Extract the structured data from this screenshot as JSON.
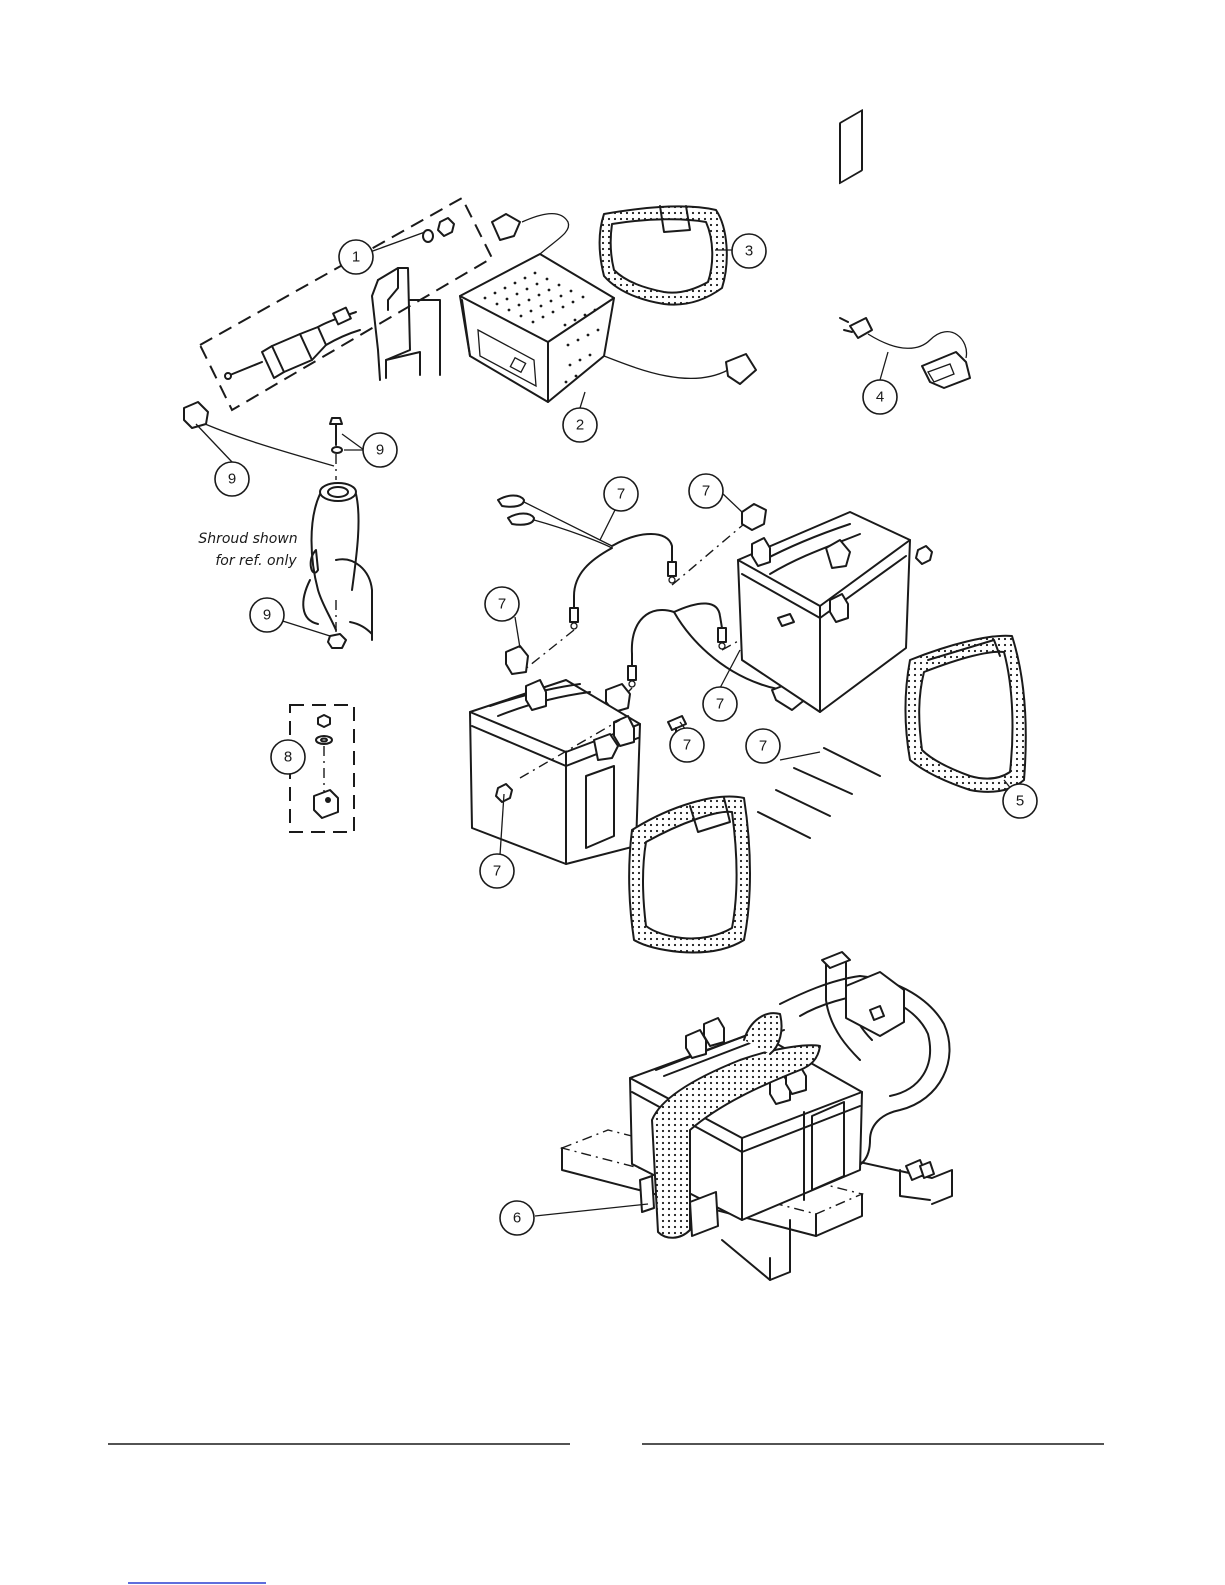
{
  "callouts": [
    {
      "id": "c1",
      "label": "1"
    },
    {
      "id": "c2",
      "label": "2"
    },
    {
      "id": "c3",
      "label": "3"
    },
    {
      "id": "c4",
      "label": "4"
    },
    {
      "id": "c5",
      "label": "5"
    },
    {
      "id": "c6",
      "label": "6"
    },
    {
      "id": "c7a",
      "label": "7"
    },
    {
      "id": "c7b",
      "label": "7"
    },
    {
      "id": "c7c",
      "label": "7"
    },
    {
      "id": "c7d",
      "label": "7"
    },
    {
      "id": "c7e",
      "label": "7"
    },
    {
      "id": "c7f",
      "label": "7"
    },
    {
      "id": "c7g",
      "label": "7"
    },
    {
      "id": "c8",
      "label": "8"
    },
    {
      "id": "c9a",
      "label": "9"
    },
    {
      "id": "c9b",
      "label": "9"
    },
    {
      "id": "c9c",
      "label": "9"
    }
  ],
  "note": {
    "line1": "Shroud shown",
    "line2": "for ref. only"
  },
  "colors": {
    "ink": "#1a1a1a",
    "link_mark": "#2a3fd0"
  }
}
